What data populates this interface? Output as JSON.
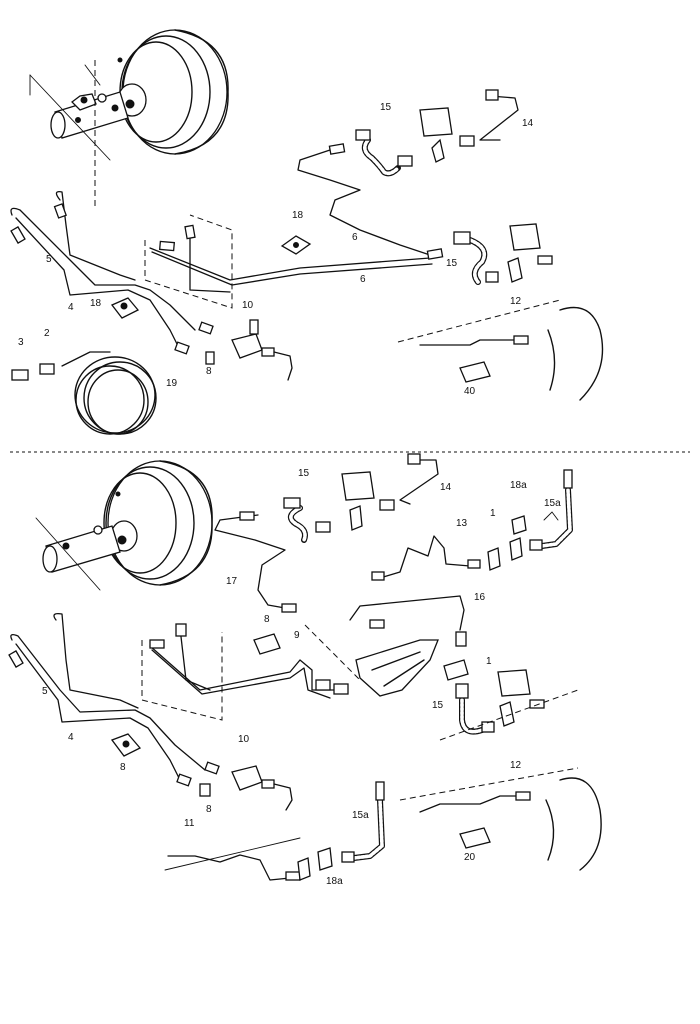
{
  "diagram": {
    "top": {
      "callouts": {
        "c2": "2",
        "c3": "3",
        "c4": "4",
        "c5": "5",
        "c6a": "6",
        "c6b": "6",
        "c8": "8",
        "c10": "10",
        "c12": "12",
        "c14": "14",
        "c15a": "15",
        "c15b": "15",
        "c18a": "18",
        "c18b": "18",
        "c19": "19",
        "c40": "40"
      }
    },
    "bottom": {
      "callouts": {
        "c1a": "1",
        "c1b": "1",
        "c4": "4",
        "c5": "5",
        "c8a": "8",
        "c8b": "8",
        "c8c": "8",
        "c9": "9",
        "c10": "10",
        "c11": "11",
        "c12": "12",
        "c13": "13",
        "c14": "14",
        "c15a": "15",
        "c15b": "15",
        "c15c": "15a",
        "c15d": "15a",
        "c16": "16",
        "c17": "17",
        "c18a": "18a",
        "c18b": "18a",
        "c20": "20"
      }
    }
  }
}
